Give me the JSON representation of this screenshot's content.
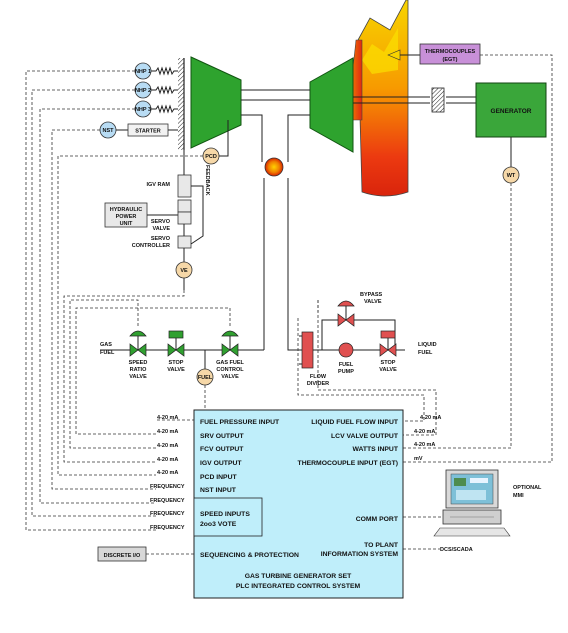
{
  "colors": {
    "turbine": "#2ea32e",
    "generator": "#3aa63a",
    "plc_box": "#bfeefa",
    "thermocouples_box": "#c890d8",
    "sensor_fill": "#f6d8a8",
    "nhp_fill": "#b8dcf4",
    "valve_green": "#30a030",
    "valve_red": "#e05050"
  },
  "sensors": {
    "nhp1": "NHP 1",
    "nhp2": "NHP 2",
    "nhp3": "NHP 3",
    "nst": "NST",
    "pcd": "PCD",
    "wt": "WT",
    "ve": "VE",
    "fuel": "FUEL"
  },
  "labels": {
    "starter": "STARTER",
    "thermocouples": "THERMOCOUPLES",
    "egt": "(EGT)",
    "generator": "GENERATOR",
    "igv_ram": "IGV RAM",
    "feedback": "FEEDBACK",
    "hydraulic_power_unit_1": "HYDRAULIC",
    "hydraulic_power_unit_2": "POWER",
    "hydraulic_power_unit_3": "UNIT",
    "servo_valve_1": "SERVO",
    "servo_valve_2": "VALVE",
    "servo_controller_1": "SERVO",
    "servo_controller_2": "CONTROLLER",
    "gas_fuel_1": "GAS",
    "gas_fuel_2": "FUEL",
    "speed_ratio_valve_1": "SPEED",
    "speed_ratio_valve_2": "RATIO",
    "speed_ratio_valve_3": "VALVE",
    "stop_valve_gas_1": "STOP",
    "stop_valve_gas_2": "VALVE",
    "gas_fuel_control_valve_1": "GAS FUEL",
    "gas_fuel_control_valve_2": "CONTROL",
    "gas_fuel_control_valve_3": "VALVE",
    "bypass_valve_1": "BYPASS",
    "bypass_valve_2": "VALVE",
    "flow_divider_1": "FLOW",
    "flow_divider_2": "DIVIDER",
    "fuel_pump_1": "FUEL",
    "fuel_pump_2": "PUMP",
    "stop_valve_liq_1": "STOP",
    "stop_valve_liq_2": "VALVE",
    "liquid_fuel_1": "LIQUID",
    "liquid_fuel_2": "FUEL",
    "optional_mmi_1": "OPTIONAL",
    "optional_mmi_2": "MMI",
    "discrete_io": "DISCRETE I/O",
    "dcs_scada": "DCS/SCADA"
  },
  "plc": {
    "left_inputs": [
      "FUEL PRESSURE INPUT",
      "SRV OUTPUT",
      "FCV OUTPUT",
      "IGV OUTPUT",
      "PCD INPUT",
      "NST INPUT"
    ],
    "speed_inputs_1": "SPEED INPUTS",
    "speed_inputs_2": "2oo3 VOTE",
    "sequencing": "SEQUENCING & PROTECTION",
    "right_inputs": [
      "LIQUID FUEL FLOW INPUT",
      "LCV VALVE OUTPUT",
      "WATTS INPUT",
      "THERMOCOUPLE INPUT (EGT)"
    ],
    "comm_port": "COMM PORT",
    "to_plant_1": "TO PLANT",
    "to_plant_2": "INFORMATION SYSTEM",
    "title_1": "GAS TURBINE GENERATOR SET",
    "title_2": "PLC INTEGRATED CONTROL SYSTEM"
  },
  "signals": {
    "ma": "4-20 mA",
    "mv": "mV",
    "frequency": "FREQUENCY"
  }
}
